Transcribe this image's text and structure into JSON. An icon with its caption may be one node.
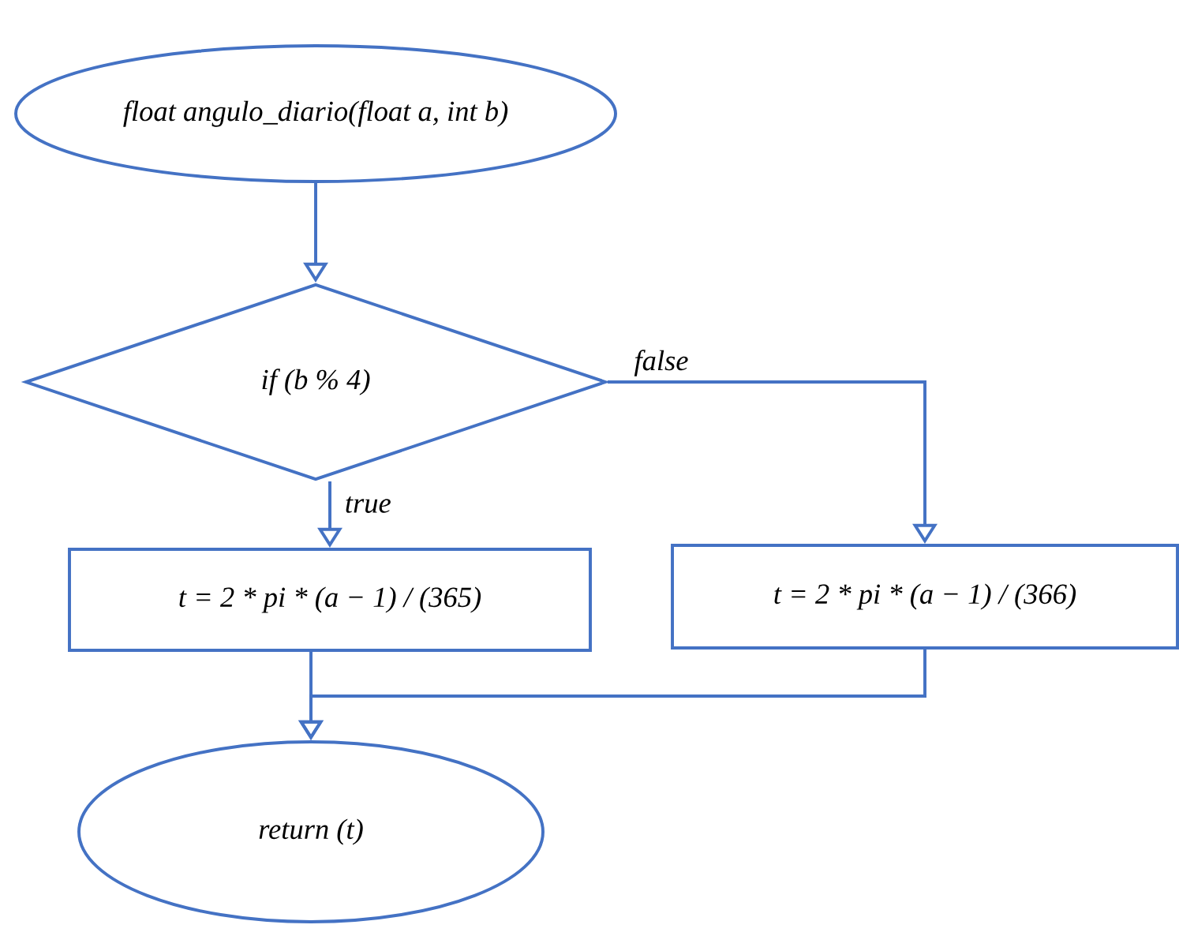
{
  "diagram": {
    "nodes": [
      {
        "text": [
          "float angulo_diario(float a, int b)"
        ]
      },
      {
        "text": [
          "if (b % 4)"
        ]
      },
      {
        "text": [
          "t = 2 * pi * (a − 1) / (365)"
        ]
      },
      {
        "text": [
          "t = 2 * pi * (a − 1) / (366)"
        ]
      },
      {
        "text": [
          "return (t)"
        ]
      }
    ],
    "edges": [
      {
        "from": 0,
        "to": 1,
        "arrow": "to"
      },
      {
        "from": 1,
        "to": 2,
        "arrow": "to",
        "label": "true"
      },
      {
        "from": 1,
        "to": 3,
        "arrow": "to",
        "label": "false"
      },
      {
        "from": 2,
        "to": 4,
        "arrow": "to"
      },
      {
        "from": 3,
        "to": 4,
        "arrow": "to"
      }
    ]
  }
}
